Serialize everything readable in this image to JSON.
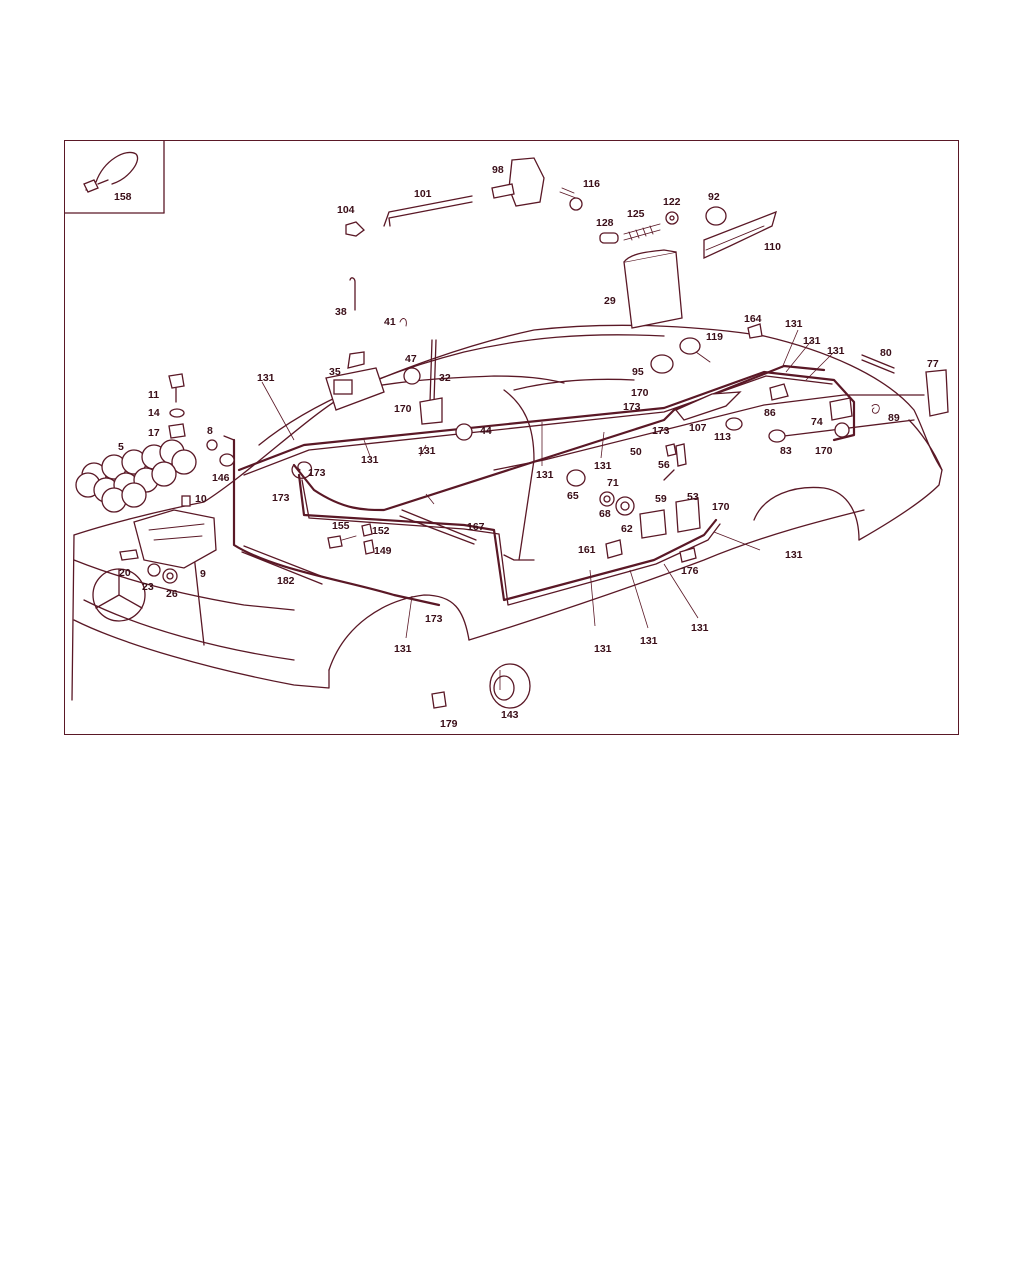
{
  "diagram": {
    "inset_callout": "158",
    "callouts": [
      {
        "id": "c98",
        "text": "98"
      },
      {
        "id": "c116",
        "text": "116"
      },
      {
        "id": "c101",
        "text": "101"
      },
      {
        "id": "c104",
        "text": "104"
      },
      {
        "id": "c128",
        "text": "128"
      },
      {
        "id": "c125",
        "text": "125"
      },
      {
        "id": "c122",
        "text": "122"
      },
      {
        "id": "c92",
        "text": "92"
      },
      {
        "id": "c110",
        "text": "110"
      },
      {
        "id": "c29",
        "text": "29"
      },
      {
        "id": "c38",
        "text": "38"
      },
      {
        "id": "c41",
        "text": "41"
      },
      {
        "id": "c164",
        "text": "164"
      },
      {
        "id": "c131a",
        "text": "131"
      },
      {
        "id": "c119",
        "text": "119"
      },
      {
        "id": "c131b",
        "text": "131"
      },
      {
        "id": "c131c",
        "text": "131"
      },
      {
        "id": "c80",
        "text": "80"
      },
      {
        "id": "c77",
        "text": "77"
      },
      {
        "id": "c35",
        "text": "35"
      },
      {
        "id": "c47",
        "text": "47"
      },
      {
        "id": "c32",
        "text": "32"
      },
      {
        "id": "c131d",
        "text": "131"
      },
      {
        "id": "c95",
        "text": "95"
      },
      {
        "id": "c170a",
        "text": "170"
      },
      {
        "id": "c173a",
        "text": "173"
      },
      {
        "id": "c11",
        "text": "11"
      },
      {
        "id": "c14",
        "text": "14"
      },
      {
        "id": "c17",
        "text": "17"
      },
      {
        "id": "c170b",
        "text": "170"
      },
      {
        "id": "c44",
        "text": "44"
      },
      {
        "id": "c86",
        "text": "86"
      },
      {
        "id": "c74",
        "text": "74"
      },
      {
        "id": "c89",
        "text": "89"
      },
      {
        "id": "c8",
        "text": "8"
      },
      {
        "id": "c5",
        "text": "5"
      },
      {
        "id": "c131e",
        "text": "131"
      },
      {
        "id": "c131f",
        "text": "131"
      },
      {
        "id": "c173b",
        "text": "173"
      },
      {
        "id": "c107",
        "text": "107"
      },
      {
        "id": "c113",
        "text": "113"
      },
      {
        "id": "c83",
        "text": "83"
      },
      {
        "id": "c170c",
        "text": "170"
      },
      {
        "id": "c146",
        "text": "146"
      },
      {
        "id": "c50",
        "text": "50"
      },
      {
        "id": "c56",
        "text": "56"
      },
      {
        "id": "c131g",
        "text": "131"
      },
      {
        "id": "c131h",
        "text": "131"
      },
      {
        "id": "c173c",
        "text": "173"
      },
      {
        "id": "c71",
        "text": "71"
      },
      {
        "id": "c10",
        "text": "10"
      },
      {
        "id": "c173d",
        "text": "173"
      },
      {
        "id": "c65",
        "text": "65"
      },
      {
        "id": "c59",
        "text": "59"
      },
      {
        "id": "c53",
        "text": "53"
      },
      {
        "id": "c68",
        "text": "68"
      },
      {
        "id": "c170d",
        "text": "170"
      },
      {
        "id": "c155",
        "text": "155"
      },
      {
        "id": "c152",
        "text": "152"
      },
      {
        "id": "c167",
        "text": "167"
      },
      {
        "id": "c62",
        "text": "62"
      },
      {
        "id": "c149",
        "text": "149"
      },
      {
        "id": "c161",
        "text": "161"
      },
      {
        "id": "c131i",
        "text": "131"
      },
      {
        "id": "c9",
        "text": "9"
      },
      {
        "id": "c20",
        "text": "20"
      },
      {
        "id": "c176",
        "text": "176"
      },
      {
        "id": "c23",
        "text": "23"
      },
      {
        "id": "c182",
        "text": "182"
      },
      {
        "id": "c26",
        "text": "26"
      },
      {
        "id": "c173e",
        "text": "173"
      },
      {
        "id": "c131j",
        "text": "131"
      },
      {
        "id": "c131k",
        "text": "131"
      },
      {
        "id": "c131l",
        "text": "131"
      },
      {
        "id": "c131m",
        "text": "131"
      },
      {
        "id": "c143",
        "text": "143"
      },
      {
        "id": "c179",
        "text": "179"
      }
    ]
  }
}
